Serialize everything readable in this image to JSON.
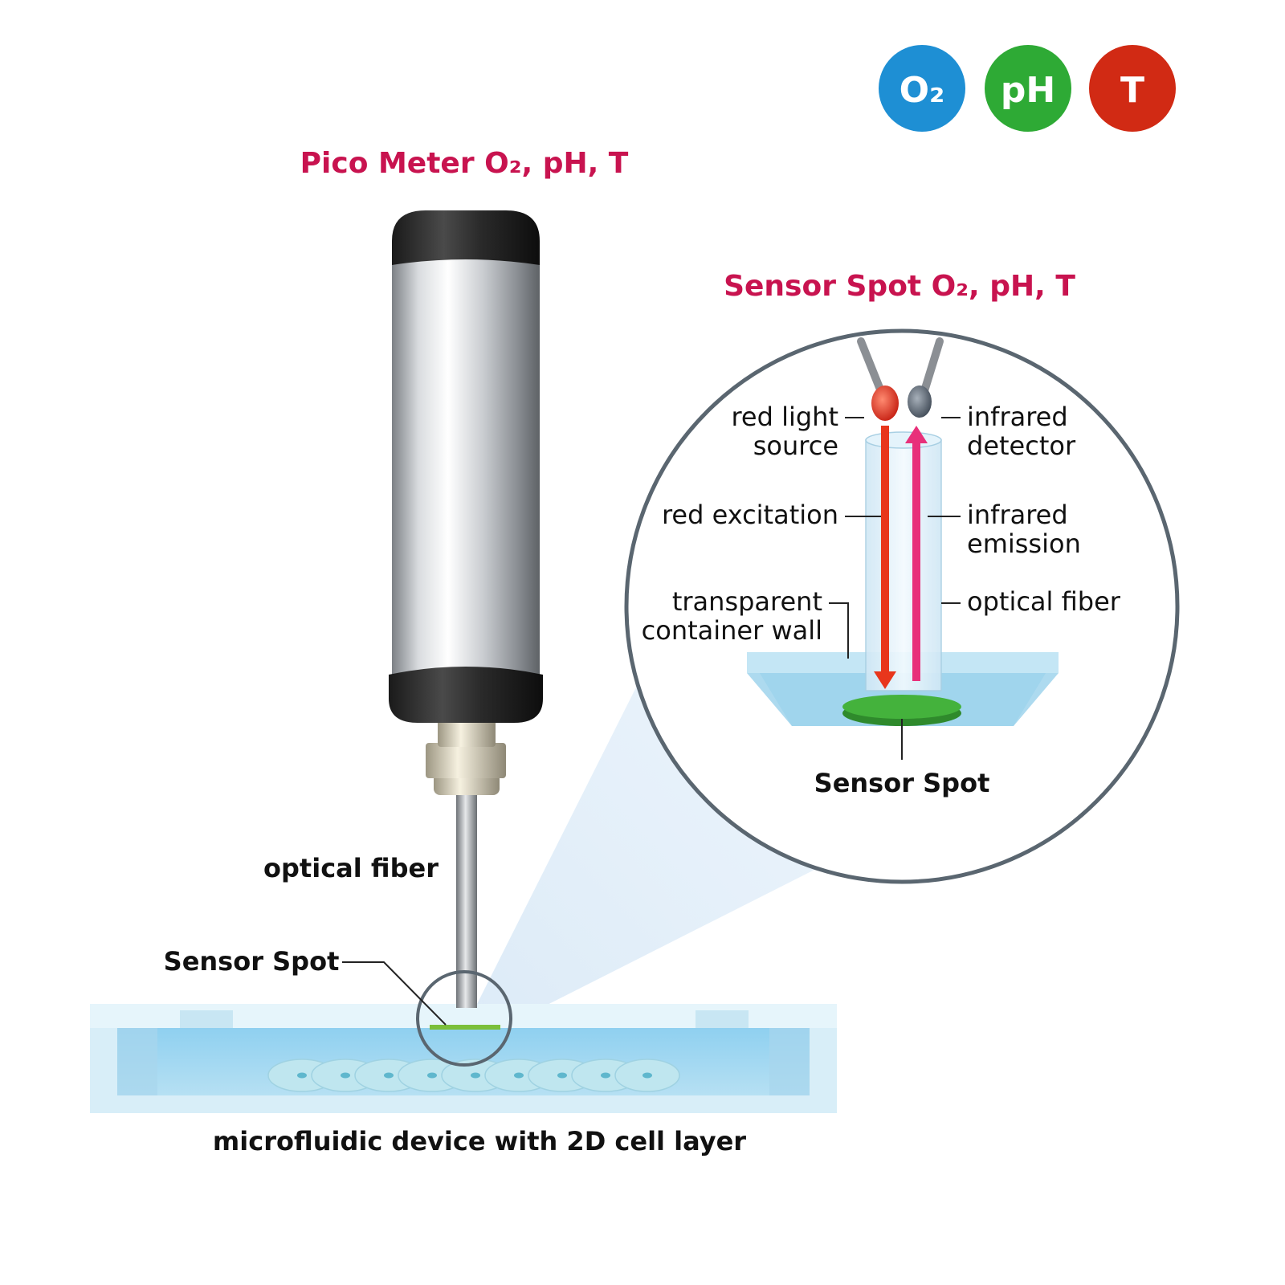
{
  "badges": [
    {
      "label": "O₂",
      "color": "#1e8fd4"
    },
    {
      "label": "pH",
      "color": "#2eaa35"
    },
    {
      "label": "T",
      "color": "#d12a14"
    }
  ],
  "titles": {
    "pico_meter": "Pico Meter O₂, pH, T",
    "sensor_spot": "Sensor Spot O₂, pH, T"
  },
  "main_labels": {
    "optical_fiber": "optical fiber",
    "sensor_spot": "Sensor Spot",
    "device": "microfluidic device with 2D cell layer"
  },
  "detail_labels": {
    "red_light_1": "red light",
    "red_light_2": "source",
    "ir_detector_1": "infrared",
    "ir_detector_2": "detector",
    "red_excitation": "red excitation",
    "ir_emission_1": "infrared",
    "ir_emission_2": "emission",
    "container_wall_1": "transparent",
    "container_wall_2": "container wall",
    "optical_fiber": "optical fiber",
    "sensor_spot": "Sensor Spot"
  },
  "colors": {
    "title": "#c8134f",
    "red_beam": "#e8361c",
    "ir_beam": "#e8307a",
    "sensor_green": "#3fae3a",
    "glass": "#bfe3f3",
    "ring": "#5a6670"
  }
}
